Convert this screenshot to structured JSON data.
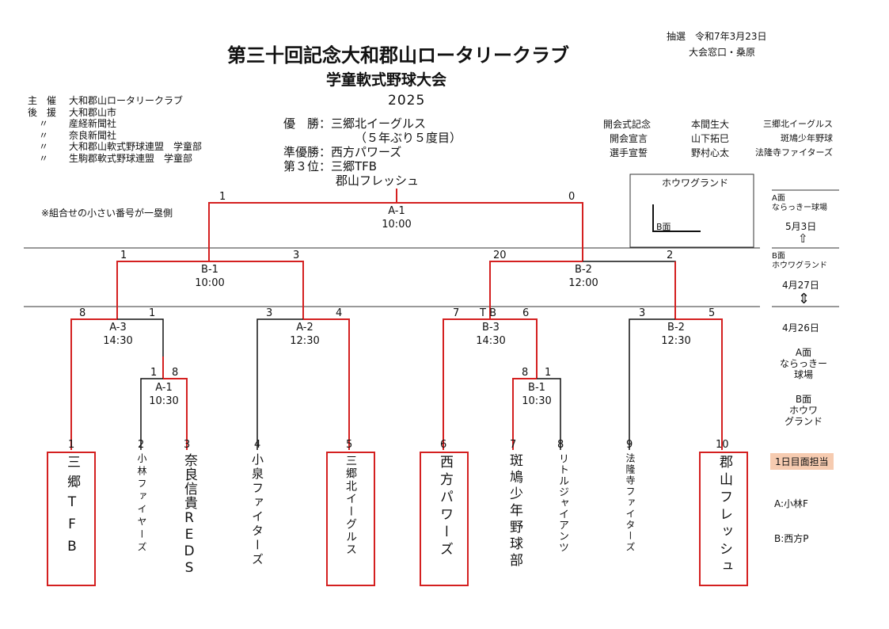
{
  "header": {
    "title": "第三十回記念大和郡山ロータリークラブ",
    "subtitle": "学童軟式野球大会",
    "year": "2025",
    "draw_date": "抽選　令和7年3月23日",
    "draw_place": "大会窓口・桑原"
  },
  "organizers": [
    {
      "role": "主　催",
      "name": "大和郡山ロータリークラブ"
    },
    {
      "role": "後　援",
      "name": "大和郡山市"
    },
    {
      "role": "〃",
      "name": "産経新聞社"
    },
    {
      "role": "〃",
      "name": "奈良新聞社"
    },
    {
      "role": "〃",
      "name": "大和郡山軟式野球連盟　学童部"
    },
    {
      "role": "〃",
      "name": "生駒郡軟式野球連盟　学童部"
    }
  ],
  "results": {
    "winner": "優　勝：三郷北イーグルス",
    "winner_note": "（５年ぶり５度目）",
    "runner_up": "準優勝：西方パワーズ",
    "third": "第３位：三郷TFB",
    "third2": "郡山フレッシュ"
  },
  "ceremony": [
    {
      "role": "開会式記念",
      "name": "本間生大",
      "team": "三郷北イーグルス"
    },
    {
      "role": "開会宣言",
      "name": "山下拓巳",
      "team": "斑鳩少年野球"
    },
    {
      "role": "選手宣誓",
      "name": "野村心太",
      "team": "法隆寺ファイターズ"
    }
  ],
  "note": "※組合せの小さい番号が一塁側",
  "field_box": {
    "title": "ホウワグランド",
    "label": "B面"
  },
  "schedule": {
    "a1": "A面",
    "a2": "ならっきー球場",
    "d1": "5月3日",
    "b1": "B面",
    "b2": "ホウワグランド",
    "d2": "4月27日",
    "d3": "4月26日",
    "a_l1": "A面",
    "a_l2": "ならっきー",
    "a_l3": "球場",
    "b_l1": "B面",
    "b_l2": "ホウワ",
    "b_l3": "グランド",
    "arrow_up": "⇧",
    "arrow_ud": "⇕"
  },
  "duty": {
    "title": "1日目面担当",
    "a": "A:小林F",
    "b": "B:西方P"
  },
  "games": {
    "final": {
      "name": "A-1",
      "time": "10:00",
      "s1": "1",
      "s2": "0"
    },
    "semi1": {
      "name": "B-1",
      "time": "10:00",
      "s1": "1",
      "s2": "3"
    },
    "semi2": {
      "name": "B-2",
      "time": "12:00",
      "s1": "20",
      "s2": "2"
    },
    "qa3": {
      "name": "A-3",
      "time": "14:30",
      "s1": "8",
      "s2": "1"
    },
    "qa2": {
      "name": "A-2",
      "time": "12:30",
      "s1": "3",
      "s2": "4"
    },
    "qb3": {
      "name": "B-3",
      "time": "14:30",
      "s1": "7",
      "tb": "T B",
      "s2": "6"
    },
    "qb2": {
      "name": "B-2",
      "time": "12:30",
      "s1": "3",
      "s2": "5"
    },
    "ra1": {
      "name": "A-1",
      "time": "10:30",
      "s1": "1",
      "s2": "8"
    },
    "rb1": {
      "name": "B-1",
      "time": "10:30",
      "s1": "8",
      "s2": "1"
    }
  },
  "teams": [
    {
      "num": "1",
      "name": "三郷TFB"
    },
    {
      "num": "2",
      "name": "小林ファイヤーズ"
    },
    {
      "num": "3",
      "name": "奈良信貴REDS"
    },
    {
      "num": "4",
      "name": "小泉ファイターズ"
    },
    {
      "num": "5",
      "name": "三郷北イーグルス"
    },
    {
      "num": "6",
      "name": "西方パワーズ"
    },
    {
      "num": "7",
      "name": "斑鳩少年野球部"
    },
    {
      "num": "8",
      "name": "リトルジャイアンツ"
    },
    {
      "num": "9",
      "name": "法隆寺ファイターズ"
    },
    {
      "num": "10",
      "name": "郡山フレッシュ"
    }
  ],
  "colors": {
    "win_line": "#d42020",
    "line": "#111111",
    "badge": "#f6cbb0"
  }
}
